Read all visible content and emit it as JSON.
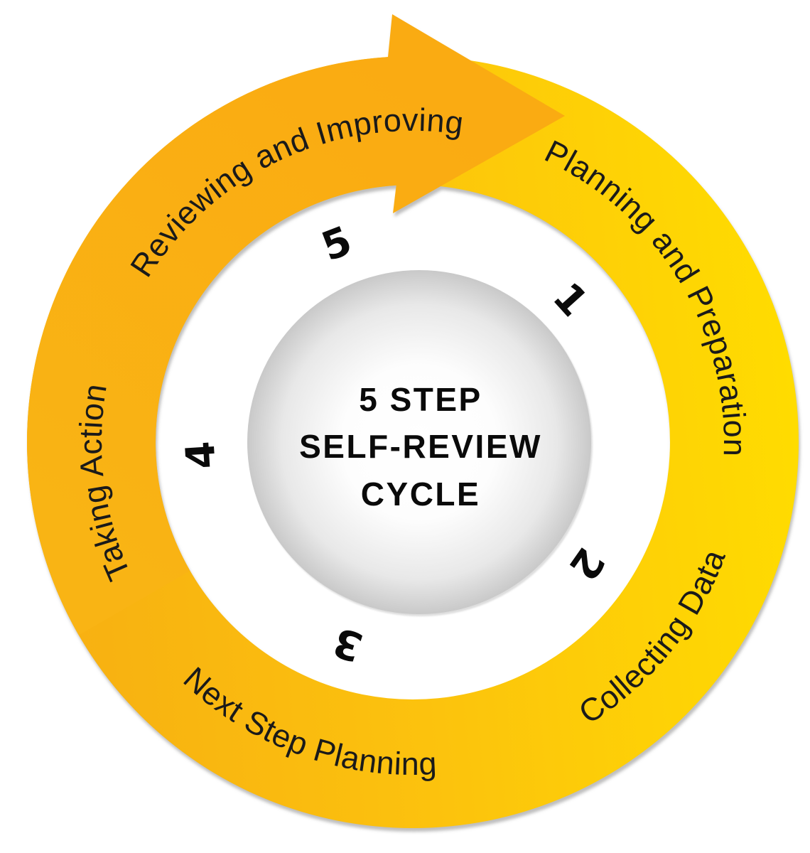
{
  "center_text": {
    "line1": "5 STEP",
    "line2": "SELF-REVIEW",
    "line3": "CYCLE"
  },
  "steps": [
    {
      "number": "1",
      "label": "Planning and Preparation"
    },
    {
      "number": "2",
      "label": "Collecting Data"
    },
    {
      "number": "3",
      "label": "Next Step Planning"
    },
    {
      "number": "4",
      "label": "Taking Action"
    },
    {
      "number": "5",
      "label": "Reviewing and Improving"
    }
  ],
  "colors": {
    "ring_amber": "#F7AF12",
    "ring_mid": "#FCC30D",
    "ring_yellow": "#FFDC00",
    "arrow_tail": "#F9B414",
    "arrow_head": "#FAAB12",
    "center_circle_edge": "#C9C9C9",
    "center_circle_mid": "#E8E8E8",
    "label_text": "#1A1A1A",
    "number_text": "#0A0A0A"
  }
}
